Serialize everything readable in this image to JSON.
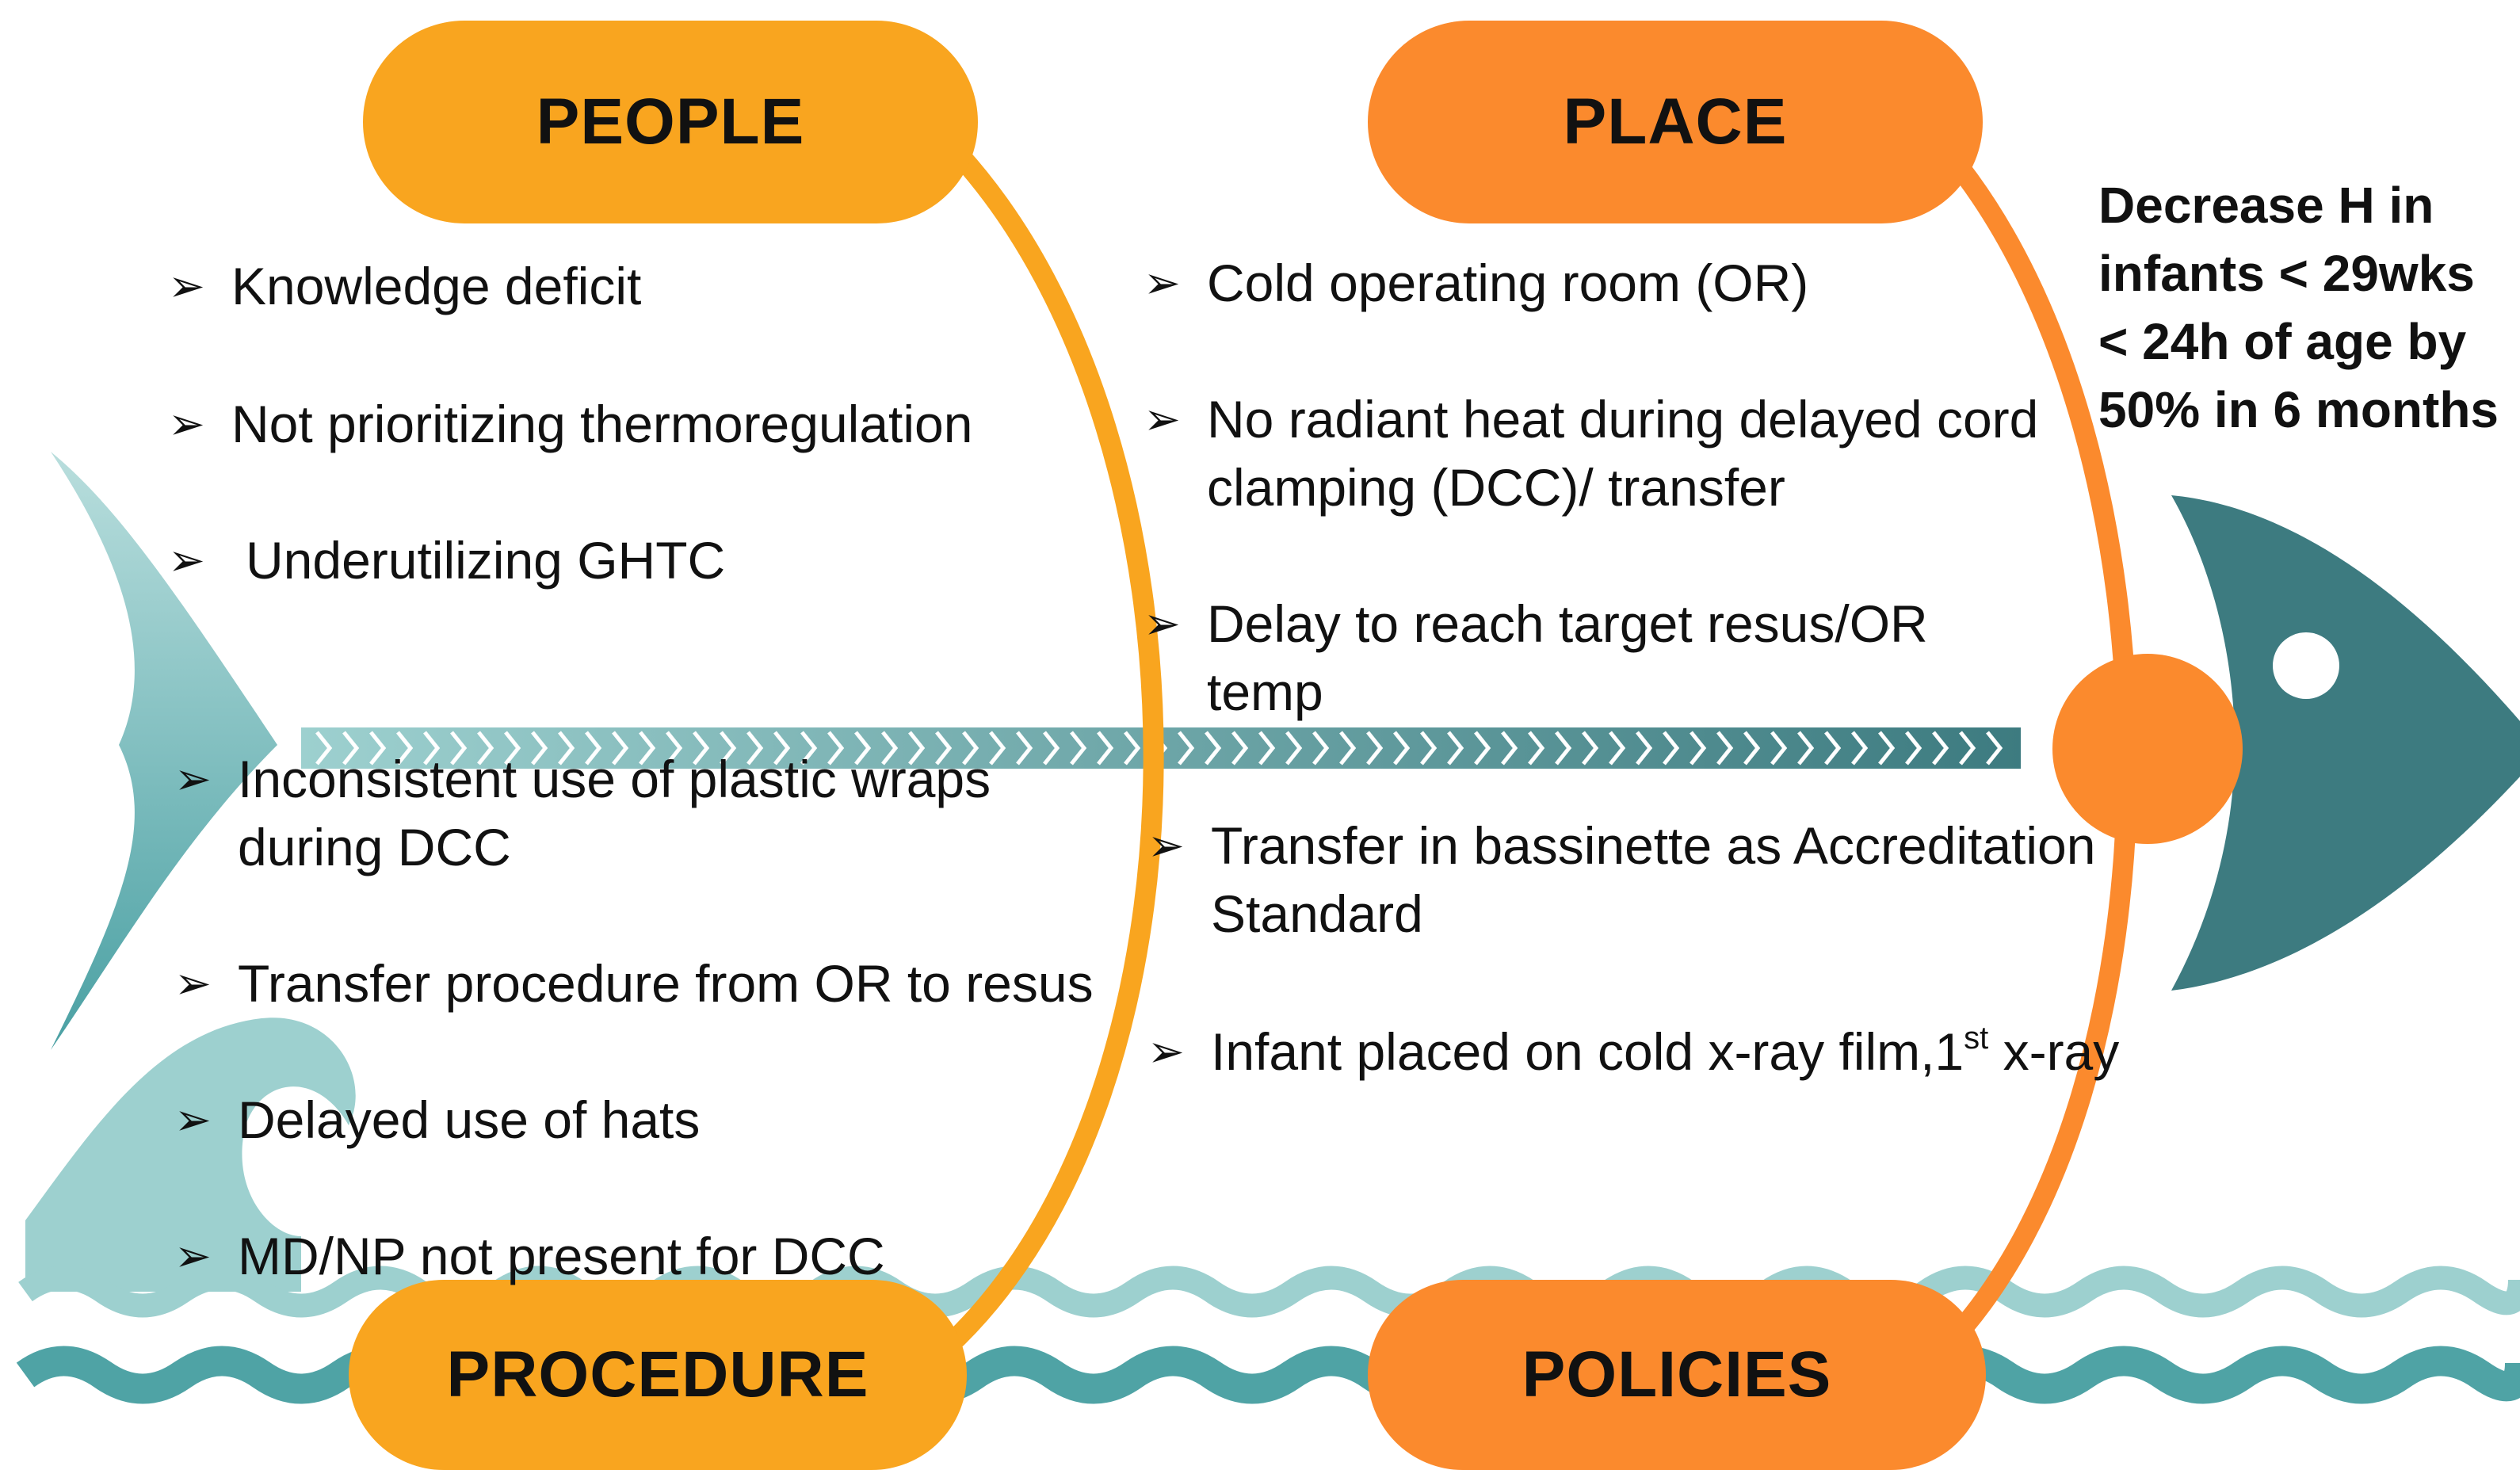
{
  "categories": {
    "people": "PEOPLE",
    "place": "PLACE",
    "procedure": "PROCEDURE",
    "policies": "POLICIES"
  },
  "people_items": [
    "Knowledge deficit",
    "Not prioritizing thermoregulation",
    "Underutilizing GHTC",
    "Inconsistent use of plastic wraps during DCC",
    "Transfer procedure from OR to resus",
    "Delayed use of hats",
    "MD/NP not present for DCC"
  ],
  "place_items": [
    "Cold operating room (OR)",
    "No radiant heat during delayed cord clamping (DCC)/ transfer",
    "Delay to reach target resus/OR temp",
    "Transfer in bassinette as Accreditation Standard"
  ],
  "place_last_item": {
    "text": "Infant placed on cold x-ray film,1",
    "sup": "st",
    "tail": " x-ray"
  },
  "goal": "Decrease H in infants < 29wks < 24h of age by 50% in 6 months",
  "bullet_glyph": "➢",
  "colors": {
    "yellow": "#f9a51f",
    "orange": "#fb8a2d",
    "teal": "#3d7b80",
    "teal_light": "#9dd0cf",
    "teal_mid": "#4fa3a5"
  }
}
